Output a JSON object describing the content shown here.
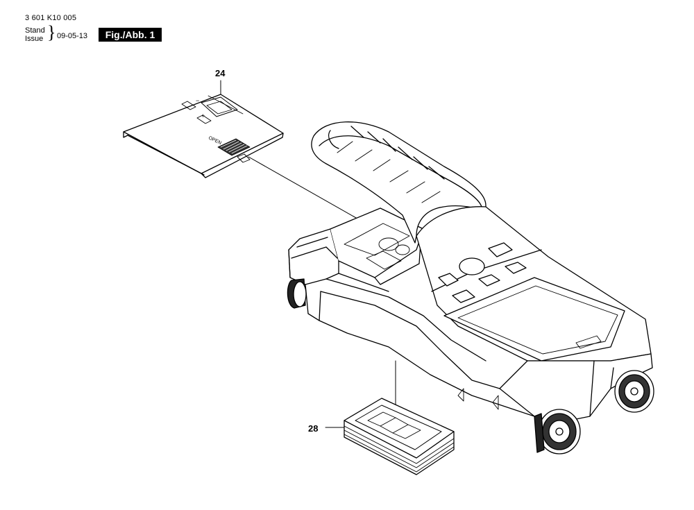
{
  "header": {
    "doc_number": "3 601 K10 005",
    "stand_label": "Stand",
    "issue_label": "Issue",
    "date": "09-05-13",
    "figure_label": "Fig./Abb. 1"
  },
  "callouts": {
    "battery_cover": "24",
    "battery_holder": "28"
  },
  "cover_marks": {
    "open": "OPEN",
    "plus": "+",
    "minus": "−"
  }
}
